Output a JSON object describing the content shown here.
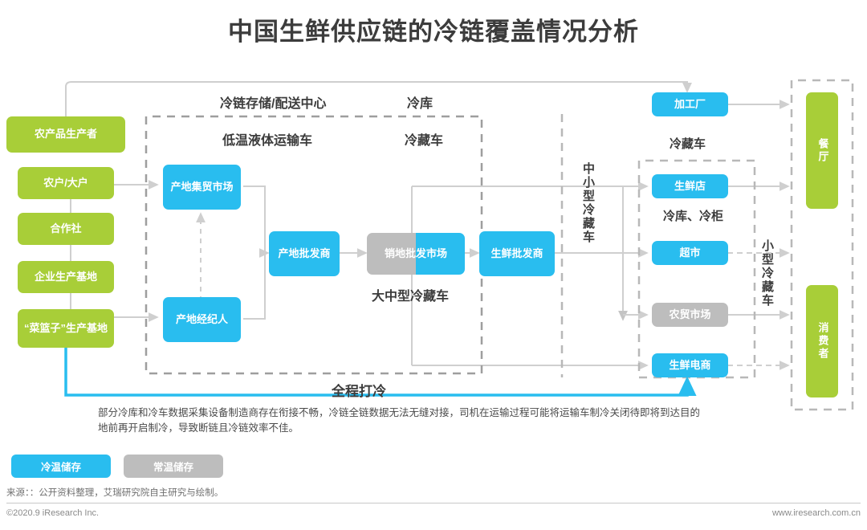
{
  "title": "中国生鲜供应链的冷链覆盖情况分析",
  "producers": {
    "items": [
      {
        "label": "农产品生产者"
      },
      {
        "label": "农户/大户"
      },
      {
        "label": "合作社"
      },
      {
        "label": "企业生产基地"
      },
      {
        "label": "“菜篮子”生产基地"
      }
    ]
  },
  "origin_stage": {
    "market": "产地集贸市场",
    "broker": "产地经纪人",
    "wholesaler": "产地批发商"
  },
  "mid_stage": {
    "sales_market": "销地批发市场",
    "fresh_wholesaler": "生鲜批发商"
  },
  "terminals": {
    "factory": "加工厂",
    "fresh_store": "生鲜店",
    "supermarket": "超市",
    "farmers_market": "农贸市场",
    "fresh_ecommerce": "生鲜电商"
  },
  "consumers": {
    "restaurant": "餐厅",
    "consumer": "消费者"
  },
  "annotations": {
    "cold_chain_center": "冷链存储/配送中心",
    "cold_storage": "冷库",
    "low_temp_liquid_truck": "低温液体运输车",
    "refrigerated_truck": "冷藏车",
    "refrigerated_truck_2": "冷藏车",
    "large_medium_truck": "大中型冷藏车",
    "cold_storage_cabinet": "冷库、冷柜",
    "small_medium_truck": "中小型冷藏车",
    "small_truck": "小型冷藏车",
    "full_cold": "全程打冷"
  },
  "footnote": "部分冷库和冷车数据采集设备制造商存在衔接不畅，冷链全链数据无法无缝对接，司机在运输过程可能将运输车制冷关闭待即将到达目的地前再开启制冷，导致断链且冷链效率不佳。",
  "legend": [
    {
      "label": "冷温储存",
      "color": "#29bdef"
    },
    {
      "label": "常温储存",
      "color": "#bdbdbd"
    }
  ],
  "source": "来源：：公开资料整理，艾瑞研究院自主研究与绘制。",
  "footer": {
    "copyright": "©2020.9 iResearch Inc.",
    "website": "www.iresearch.com.cn"
  },
  "colors": {
    "green": "#a8ce38",
    "blue": "#29bdef",
    "gray": "#bdbdbd",
    "wire": "#cfcfcf",
    "dash": "#9e9e9e",
    "text": "#3c3c3c"
  }
}
